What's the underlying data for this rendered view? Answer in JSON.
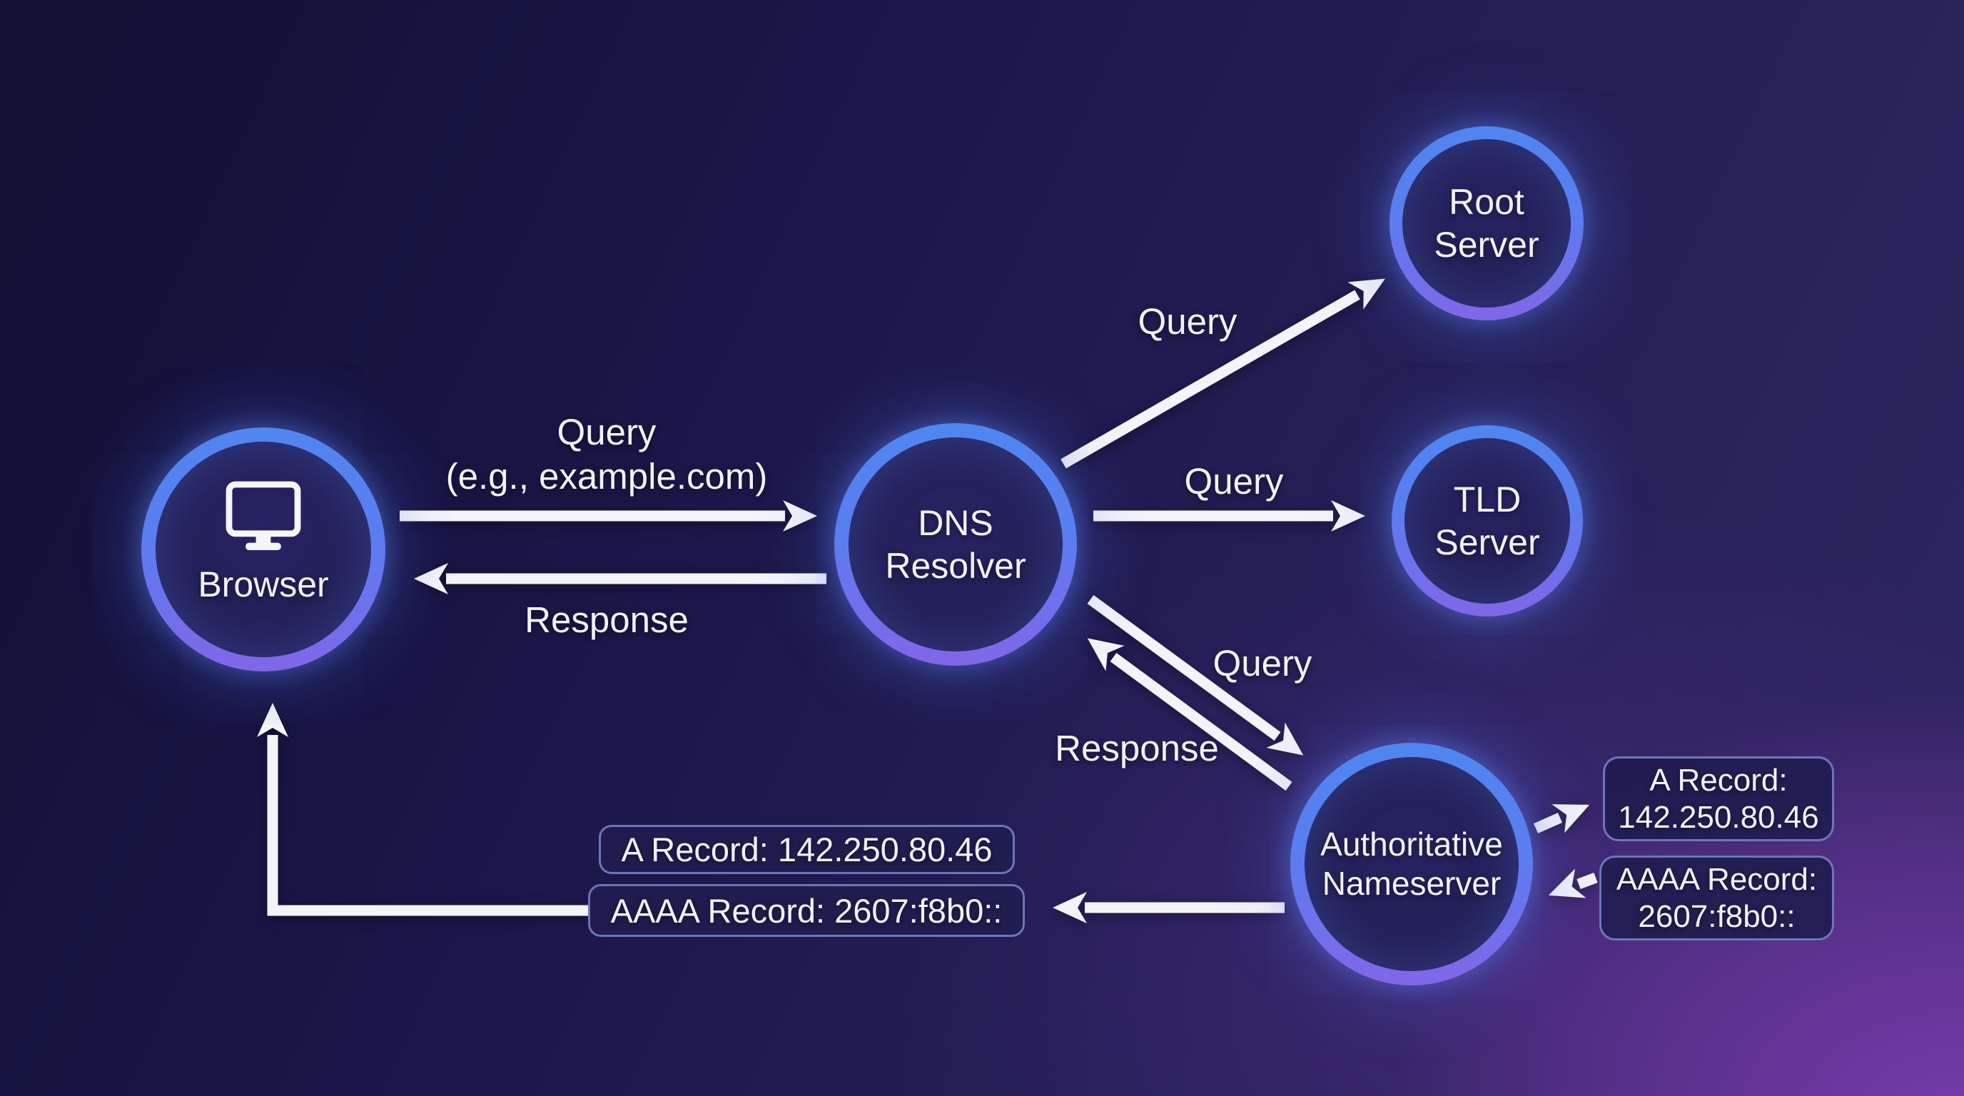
{
  "nodes": {
    "browser": {
      "label": "Browser",
      "icon": "monitor-icon"
    },
    "dns_resolver": {
      "line1": "DNS",
      "line2": "Resolver"
    },
    "root_server": {
      "line1": "Root",
      "line2": "Server"
    },
    "tld_server": {
      "line1": "TLD",
      "line2": "Server"
    },
    "authoritative_nameserver": {
      "line1": "Authoritative",
      "line2": "Nameserver"
    }
  },
  "edges": {
    "browser_to_dns": {
      "line1": "Query",
      "line2": "(e.g., example.com)"
    },
    "dns_to_browser": {
      "label": "Response"
    },
    "dns_to_root": {
      "label": "Query"
    },
    "dns_to_tld": {
      "label": "Query"
    },
    "dns_to_authoritative": {
      "label": "Query"
    },
    "authoritative_to_dns": {
      "label": "Response"
    }
  },
  "records": {
    "a_record_inline": {
      "label": "A Record: 142.250.80.46"
    },
    "aaaa_record_inline": {
      "label": "AAAA Record: 2607:f8b0::"
    },
    "a_record_box": {
      "line1": "A Record:",
      "line2": "142.250.80.46"
    },
    "aaaa_record_box": {
      "line1": "AAAA Record:",
      "line2": "2607:f8b0::"
    }
  },
  "colors": {
    "ring_blue": "#4f86f0",
    "ring_purple": "#8166e8",
    "arrow_white": "#f4f3f8",
    "chip_border": "#8190d6",
    "chip_fill": "#201d50",
    "background_navy": "#171440",
    "background_purple": "#6d3799",
    "text": "#f2f1f7"
  }
}
